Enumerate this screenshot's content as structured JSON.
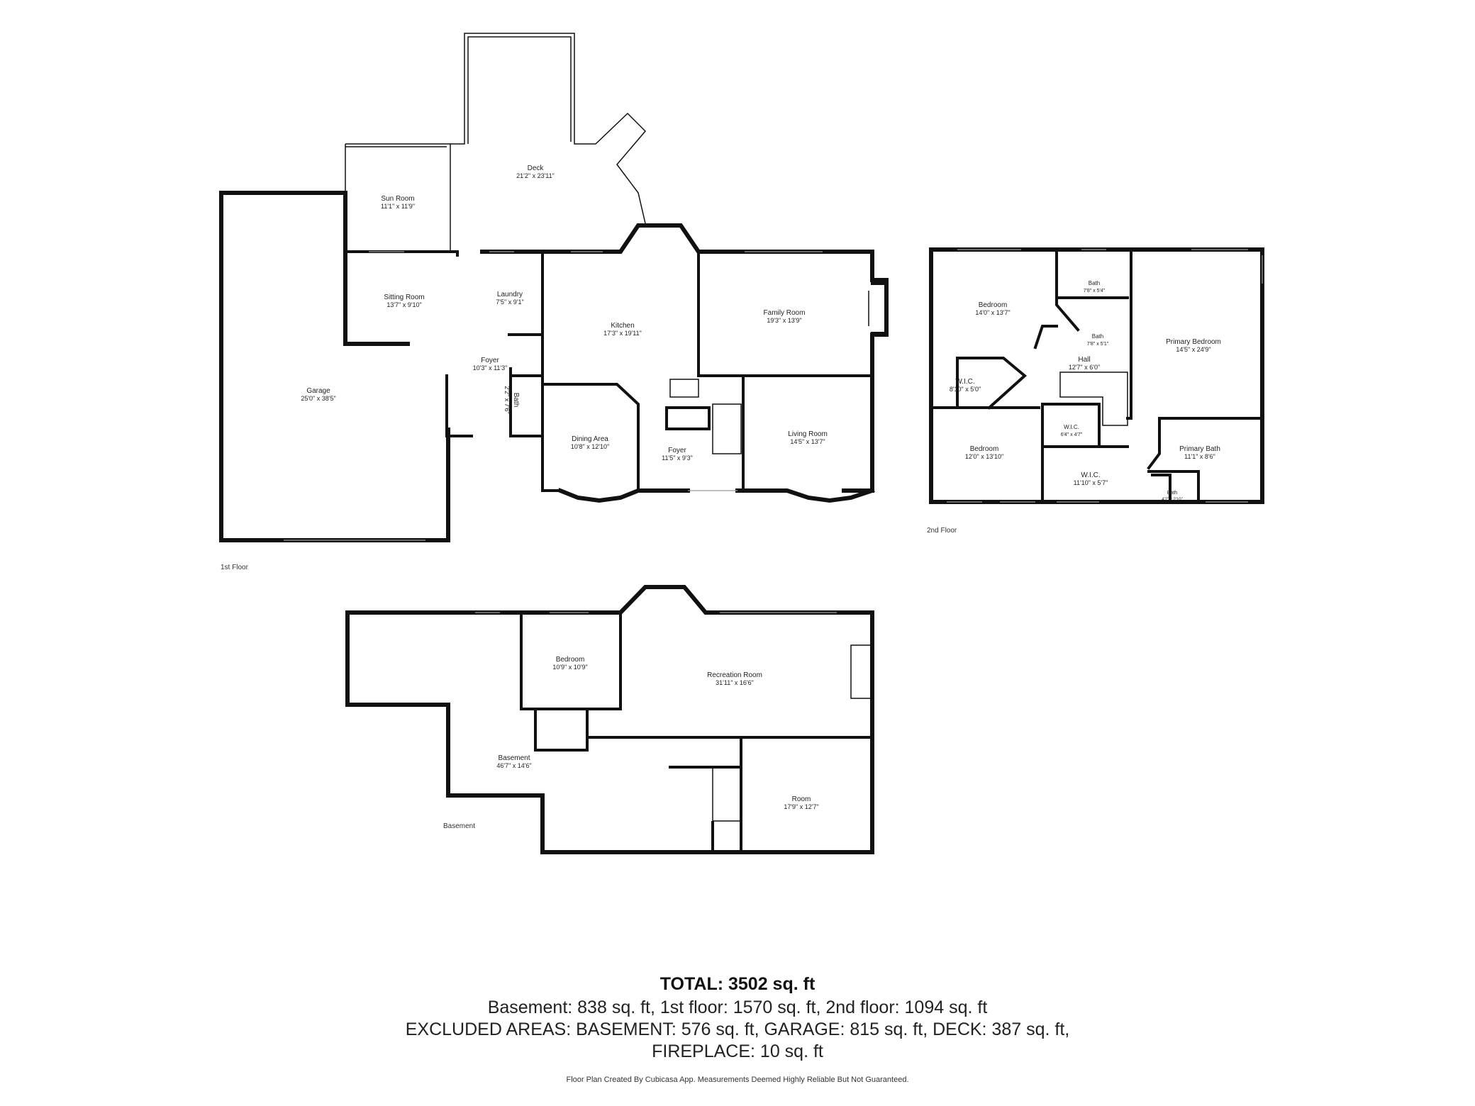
{
  "floors": {
    "first": {
      "label": "1st Floor",
      "rooms": [
        {
          "name": "Garage",
          "dim": "25'0\" x 38'5\""
        },
        {
          "name": "Sun Room",
          "dim": "11'1\" x 11'9\""
        },
        {
          "name": "Deck",
          "dim": "21'2\" x 23'11\""
        },
        {
          "name": "Sitting Room",
          "dim": "13'7\" x 9'10\""
        },
        {
          "name": "Laundry",
          "dim": "7'5\" x 9'1\""
        },
        {
          "name": "Kitchen",
          "dim": "17'3\" x 19'11\""
        },
        {
          "name": "Family Room",
          "dim": "19'3\" x 13'9\""
        },
        {
          "name": "Foyer",
          "dim": "10'3\" x 11'3\""
        },
        {
          "name": "Bath",
          "dim": "2'2\" x 7'6\""
        },
        {
          "name": "Dining Area",
          "dim": "10'8\" x 12'10\""
        },
        {
          "name": "Foyer",
          "dim": "11'5\" x 9'3\""
        },
        {
          "name": "Living Room",
          "dim": "14'5\" x 13'7\""
        }
      ]
    },
    "second": {
      "label": "2nd Floor",
      "rooms": [
        {
          "name": "Bedroom",
          "dim": "14'0\" x 13'7\""
        },
        {
          "name": "Bath",
          "dim": "7'8\" x 5'4\""
        },
        {
          "name": "Bath",
          "dim": "7'8\" x 5'1\""
        },
        {
          "name": "Primary Bedroom",
          "dim": "14'5\" x 24'9\""
        },
        {
          "name": "Hall",
          "dim": "12'7\" x 6'0\""
        },
        {
          "name": "W.I.C.",
          "dim": "8'10\" x 5'0\""
        },
        {
          "name": "W.I.C.",
          "dim": "6'4\" x 4'7\""
        },
        {
          "name": "Bedroom",
          "dim": "12'0\" x 13'10\""
        },
        {
          "name": "W.I.C.",
          "dim": "11'10\" x 5'7\""
        },
        {
          "name": "Primary Bath",
          "dim": "11'1\" x 8'6\""
        },
        {
          "name": "Bath",
          "dim": "4'2\" x 2'10\""
        }
      ]
    },
    "basement": {
      "label": "Basement",
      "rooms": [
        {
          "name": "Bedroom",
          "dim": "10'9\" x 10'9\""
        },
        {
          "name": "Recreation Room",
          "dim": "31'11\" x 16'6\""
        },
        {
          "name": "Basement",
          "dim": "46'7\" x 14'6\""
        },
        {
          "name": "Room",
          "dim": "17'9\" x 12'7\""
        }
      ]
    }
  },
  "summary": {
    "total": "TOTAL: 3502 sq. ft",
    "areas": "Basement: 838 sq. ft, 1st floor: 1570 sq. ft, 2nd floor: 1094 sq. ft",
    "excluded_1": "EXCLUDED AREAS: BASEMENT: 576 sq. ft, GARAGE: 815 sq. ft, DECK: 387 sq. ft,",
    "excluded_2": "FIREPLACE: 10 sq. ft",
    "disclaimer": "Floor Plan Created By Cubicasa App. Measurements Deemed Highly Reliable But Not Guaranteed."
  }
}
